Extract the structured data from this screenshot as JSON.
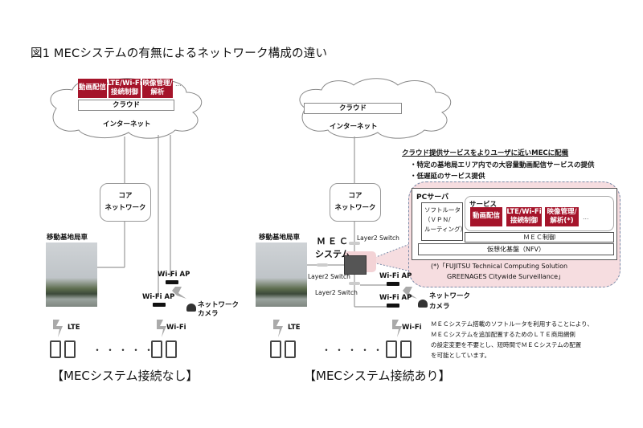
{
  "figure_title": "図1  MECシステムの有無によるネットワーク構成の違い",
  "left": {
    "services": [
      "動画配信",
      "LTE/Wi-Fi\n接続制御",
      "映像管理/\n解析"
    ],
    "services_more": "…",
    "cloud_label": "クラウド",
    "internet_label": "インターネット",
    "core_label_1": "コア",
    "core_label_2": "ネットワーク",
    "vehicle_label": "移動基地局車",
    "wifi_ap_1": "Wi-Fi AP",
    "wifi_ap_2": "Wi-Fi AP",
    "camera_label_1": "ネットワーク",
    "camera_label_2": "カメラ",
    "lte_label": "LTE",
    "wifi_label": "Wi-Fi",
    "dots": "・・・・・",
    "caption": "【MECシステム接続なし】"
  },
  "right": {
    "cloud_label": "クラウド",
    "internet_label": "インターネット",
    "core_label_1": "コア",
    "core_label_2": "ネットワーク",
    "vehicle_label": "移動基地局車",
    "mec_label_1": "ＭＥＣ",
    "mec_label_2": "システム",
    "switch_top": "Layer2 Switch",
    "switch_left": "Layer2 Switch",
    "switch_bottom": "Layer2 Switch",
    "wifi_ap_1": "Wi-Fi AP",
    "wifi_ap_2": "Wi-Fi AP",
    "camera_label_1": "ネットワーク",
    "camera_label_2": "カメラ",
    "lte_label": "LTE",
    "wifi_label": "Wi-Fi",
    "dots": "・・・・・",
    "caption": "【MECシステム接続あり】",
    "heading": "クラウド提供サービスをよりユーザに近いMECに配備",
    "bullet_1": "・特定の基地局エリア内での大容量動画配信サービスの提供",
    "bullet_2": "・低遅延のサービス提供",
    "pc_server": "PCサーバ",
    "soft_router_1": "ソフトルータ",
    "soft_router_2": "（ＶＰＮ/",
    "soft_router_3": "ルーティング）",
    "services_label": "サービス",
    "services": [
      "動画配信",
      "LTE/Wi-Fi\n接続制御",
      "映像管理/\n解析(*)"
    ],
    "services_more": "…",
    "mec_control": "ＭＥＣ制御",
    "nfv": "仮想化基盤（NFV）",
    "footnote_1": "(*)「FUJITSU Technical Computing Solution",
    "footnote_2": "GREENAGES Citywide Surveillance」",
    "note_1": "ＭＥＣシステム搭載のソフトルータを利用することにより、",
    "note_2": "ＭＥＣシステムを追加配置するためのＬＴＥ商用網側",
    "note_3": "の設定変更を不要とし、短時間でＭＥＣシステムの配置",
    "note_4": "を可能としています。"
  },
  "colors": {
    "service_red": "#a5142a",
    "callout_pink": "#f6dde0"
  }
}
